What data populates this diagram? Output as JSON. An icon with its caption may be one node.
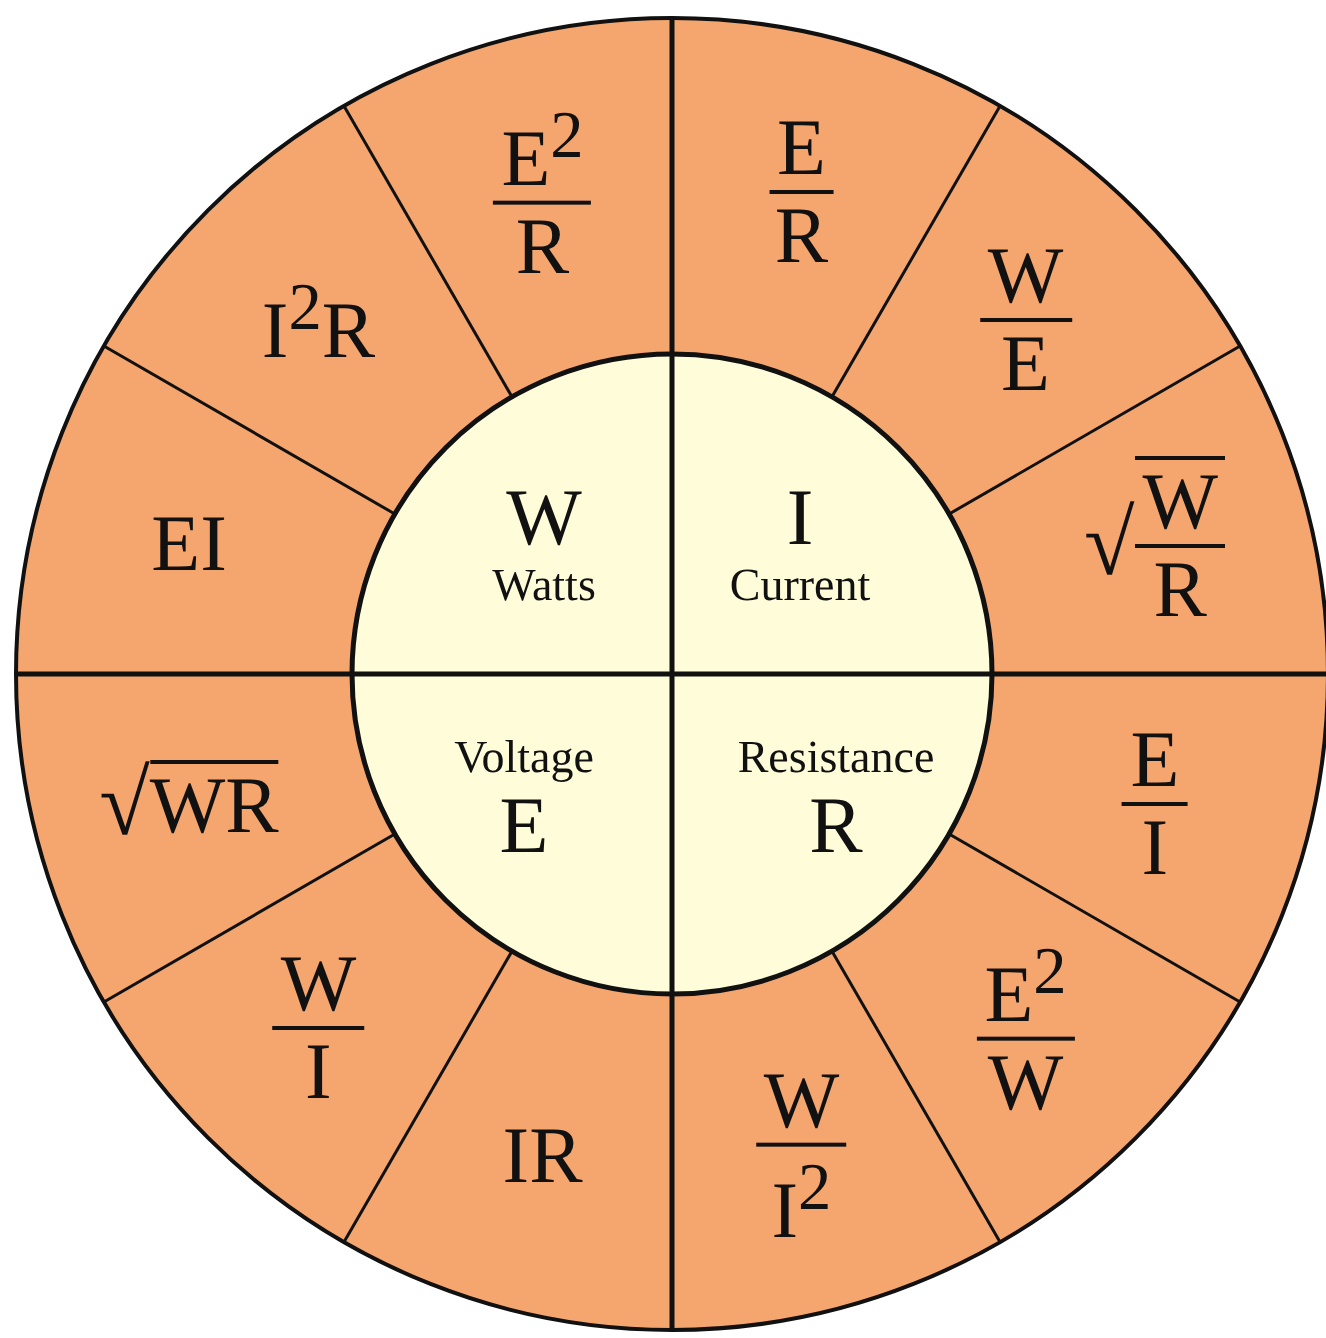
{
  "diagram": {
    "nodes": [
      {
        "text": [
          "W",
          "Watts"
        ]
      },
      {
        "text": [
          "I",
          "Current"
        ]
      },
      {
        "text": [
          "Voltage",
          "E"
        ]
      },
      {
        "text": [
          "Resistance",
          "R"
        ]
      },
      {
        "text": [
          "E$^{2}$",
          "R"
        ]
      },
      {
        "text": [
          "E",
          "R"
        ]
      },
      {
        "text": [
          "W",
          "E"
        ]
      },
      {
        "text": [
          "√",
          "W",
          "R"
        ]
      },
      {
        "text": [
          "E",
          "I"
        ]
      },
      {
        "text": [
          "E$^{2}$",
          "W"
        ]
      },
      {
        "text": [
          "W",
          "I$^{2}$"
        ]
      },
      {
        "text": [
          "IR"
        ]
      },
      {
        "text": [
          "W",
          "I"
        ]
      },
      {
        "text": [
          "√",
          "WR"
        ]
      },
      {
        "text": [
          "EI"
        ]
      },
      {
        "text": [
          "I$^{2}$R"
        ]
      }
    ]
  }
}
